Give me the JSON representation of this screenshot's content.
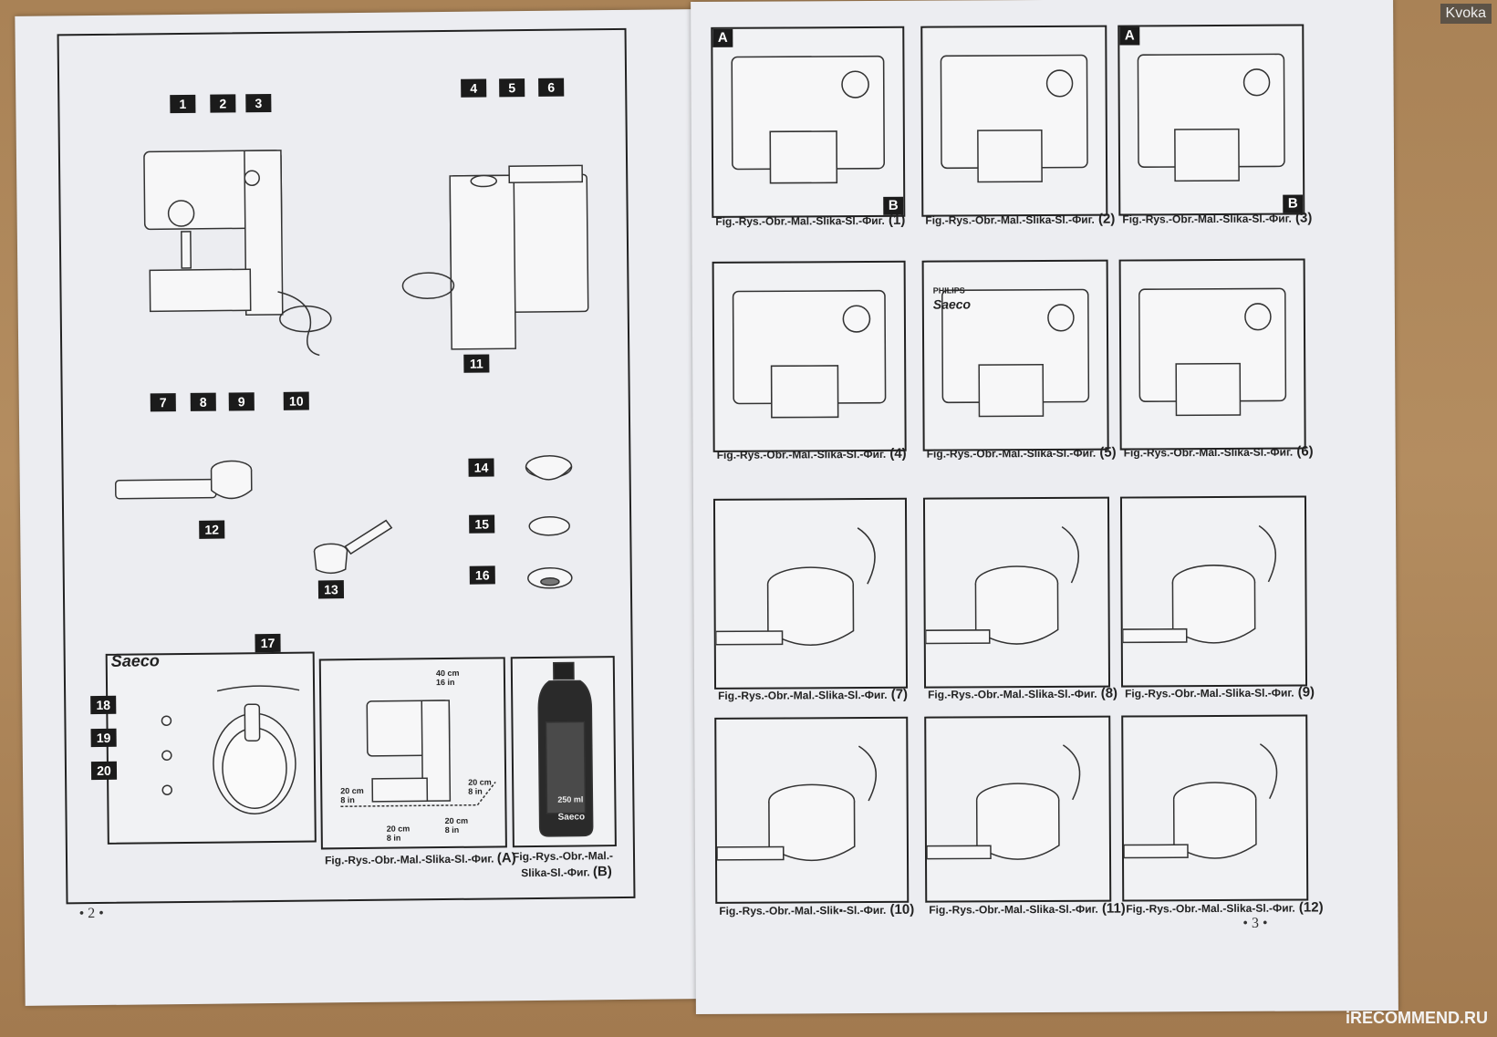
{
  "left_page": {
    "callouts": [
      "1",
      "2",
      "3",
      "4",
      "5",
      "6",
      "7",
      "8",
      "9",
      "10",
      "11",
      "12",
      "13",
      "14",
      "15",
      "16",
      "17",
      "18",
      "19",
      "20"
    ],
    "brand": "Saeco",
    "fig_a": {
      "height_cm": "40 cm",
      "height_in": "16 in",
      "left_cm": "20 cm",
      "left_in": "8 in",
      "right_cm": "20 cm",
      "right_in": "8 in",
      "front_cm": "20 cm",
      "front_in": "8 in",
      "back_cm": "20 cm",
      "back_in": "8 in"
    },
    "fig_b": {
      "volume": "250 ml",
      "brand": "Saeco"
    },
    "captions": [
      {
        "text": "Fig.-Rys.-Obr.-Mal.-Slika-Sl.-Фиг.",
        "num": "(A)"
      },
      {
        "text": "Fig.-Rys.-Obr.-Mal.-",
        "text2": "Slika-Sl.-Фиг.",
        "num": "(B)"
      }
    ],
    "page_number": "• 2 •"
  },
  "right_page": {
    "figures": [
      {
        "caption": "Fig.-Rys.-Obr.-Mal.-Slika-Sl.-Фиг.",
        "num": "(1)",
        "corner_a": "A",
        "corner_b": "B"
      },
      {
        "caption": "Fig.-Rys.-Obr.-Mal.-Slika-Sl.-Фиг.",
        "num": "(2)",
        "corner_a": "",
        "corner_b": ""
      },
      {
        "caption": "Fig.-Rys.-Obr.-Mal.-Slika-Sl.-Фиг.",
        "num": "(3)",
        "corner_a": "A",
        "corner_b": "B"
      },
      {
        "caption": "Fig.-Rys.-Obr.-Mal.-Slika-Sl.-Фиг.",
        "num": "(4)",
        "corner_a": "",
        "corner_b": ""
      },
      {
        "caption": "Fig.-Rys.-Obr.-Mal.-Slika-Sl.-Фиг.",
        "num": "(5)",
        "corner_a": "",
        "corner_b": "",
        "brand_top": "PHILIPS",
        "brand": "Saeco"
      },
      {
        "caption": "Fig.-Rys.-Obr.-Mal.-Slika-Sl.-Фиг.",
        "num": "(6)",
        "corner_a": "",
        "corner_b": ""
      },
      {
        "caption": "Fig.-Rys.-Obr.-Mal.-Slika-Sl.-Фиг.",
        "num": "(7)",
        "corner_a": "",
        "corner_b": ""
      },
      {
        "caption": "Fig.-Rys.-Obr.-Mal.-Slika-Sl.-Фиг.",
        "num": "(8)",
        "corner_a": "",
        "corner_b": ""
      },
      {
        "caption": "Fig.-Rys.-Obr.-Mal.-Slika-Sl.-Фиг.",
        "num": "(9)",
        "corner_a": "",
        "corner_b": ""
      },
      {
        "caption": "Fig.-Rys.-Obr.-Mal.-Slik▪-Sl.-Фиг.",
        "num": "(10)",
        "corner_a": "",
        "corner_b": ""
      },
      {
        "caption": "Fig.-Rys.-Obr.-Mal.-Slika-Sl.-Фиг.",
        "num": "(11)",
        "corner_a": "",
        "corner_b": ""
      },
      {
        "caption": "Fig.-Rys.-Obr.-Mal.-Slika-Sl.-Фиг.",
        "num": "(12)",
        "corner_a": "",
        "corner_b": ""
      }
    ],
    "page_number": "• 3 •"
  },
  "watermarks": {
    "top_right": "Kvoka",
    "bottom_right": "iRECOMMEND.RU"
  }
}
